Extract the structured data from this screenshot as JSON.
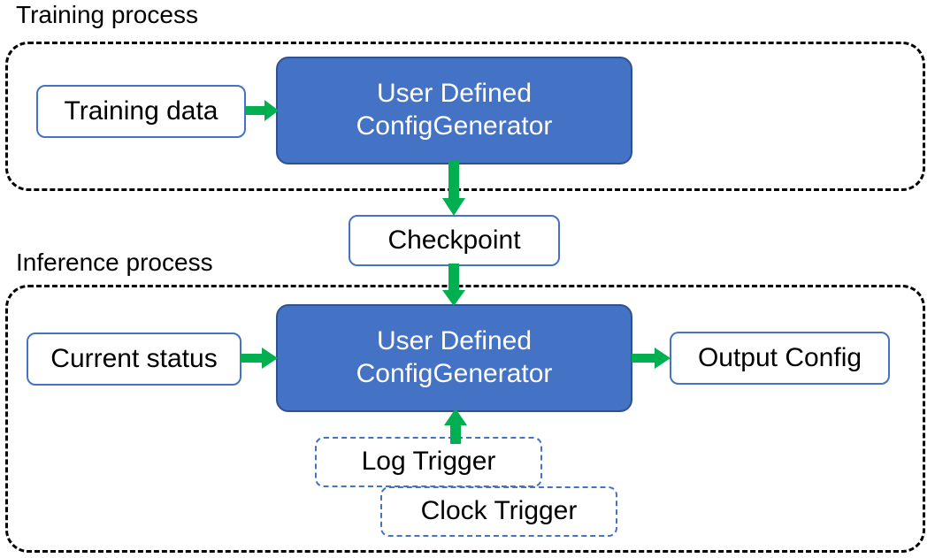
{
  "diagram": {
    "title_training": "Training process",
    "title_inference": "Inference process",
    "accent_blue": "#4472C4",
    "accent_blue_dark": "#2F528F",
    "arrow_green": "#00B050",
    "dashed_black": "#000000",
    "background": "#FFFFFF"
  },
  "training_process": {
    "label": "Training process",
    "nodes": {
      "training_data": "Training data",
      "config_generator_line1": "User Defined",
      "config_generator_line2": "ConfigGenerator"
    }
  },
  "shared": {
    "checkpoint": "Checkpoint"
  },
  "inference_process": {
    "label": "Inference process",
    "nodes": {
      "current_status": "Current status",
      "config_generator_line1": "User Defined",
      "config_generator_line2": "ConfigGenerator",
      "output_config": "Output Config",
      "log_trigger": "Log Trigger",
      "clock_trigger": "Clock Trigger"
    }
  },
  "edges": [
    {
      "name": "training-data-to-config-generator",
      "from": "Training data",
      "to": "User Defined ConfigGenerator",
      "direction": "right"
    },
    {
      "name": "config-generator-to-checkpoint",
      "from": "User Defined ConfigGenerator",
      "to": "Checkpoint",
      "direction": "down"
    },
    {
      "name": "checkpoint-to-config-generator",
      "from": "Checkpoint",
      "to": "User Defined ConfigGenerator",
      "direction": "down"
    },
    {
      "name": "current-status-to-config-generator",
      "from": "Current status",
      "to": "User Defined ConfigGenerator",
      "direction": "right"
    },
    {
      "name": "config-generator-to-output-config",
      "from": "User Defined ConfigGenerator",
      "to": "Output Config",
      "direction": "right"
    },
    {
      "name": "triggers-to-config-generator",
      "from": "Log Trigger / Clock Trigger",
      "to": "User Defined ConfigGenerator",
      "direction": "up"
    }
  ]
}
